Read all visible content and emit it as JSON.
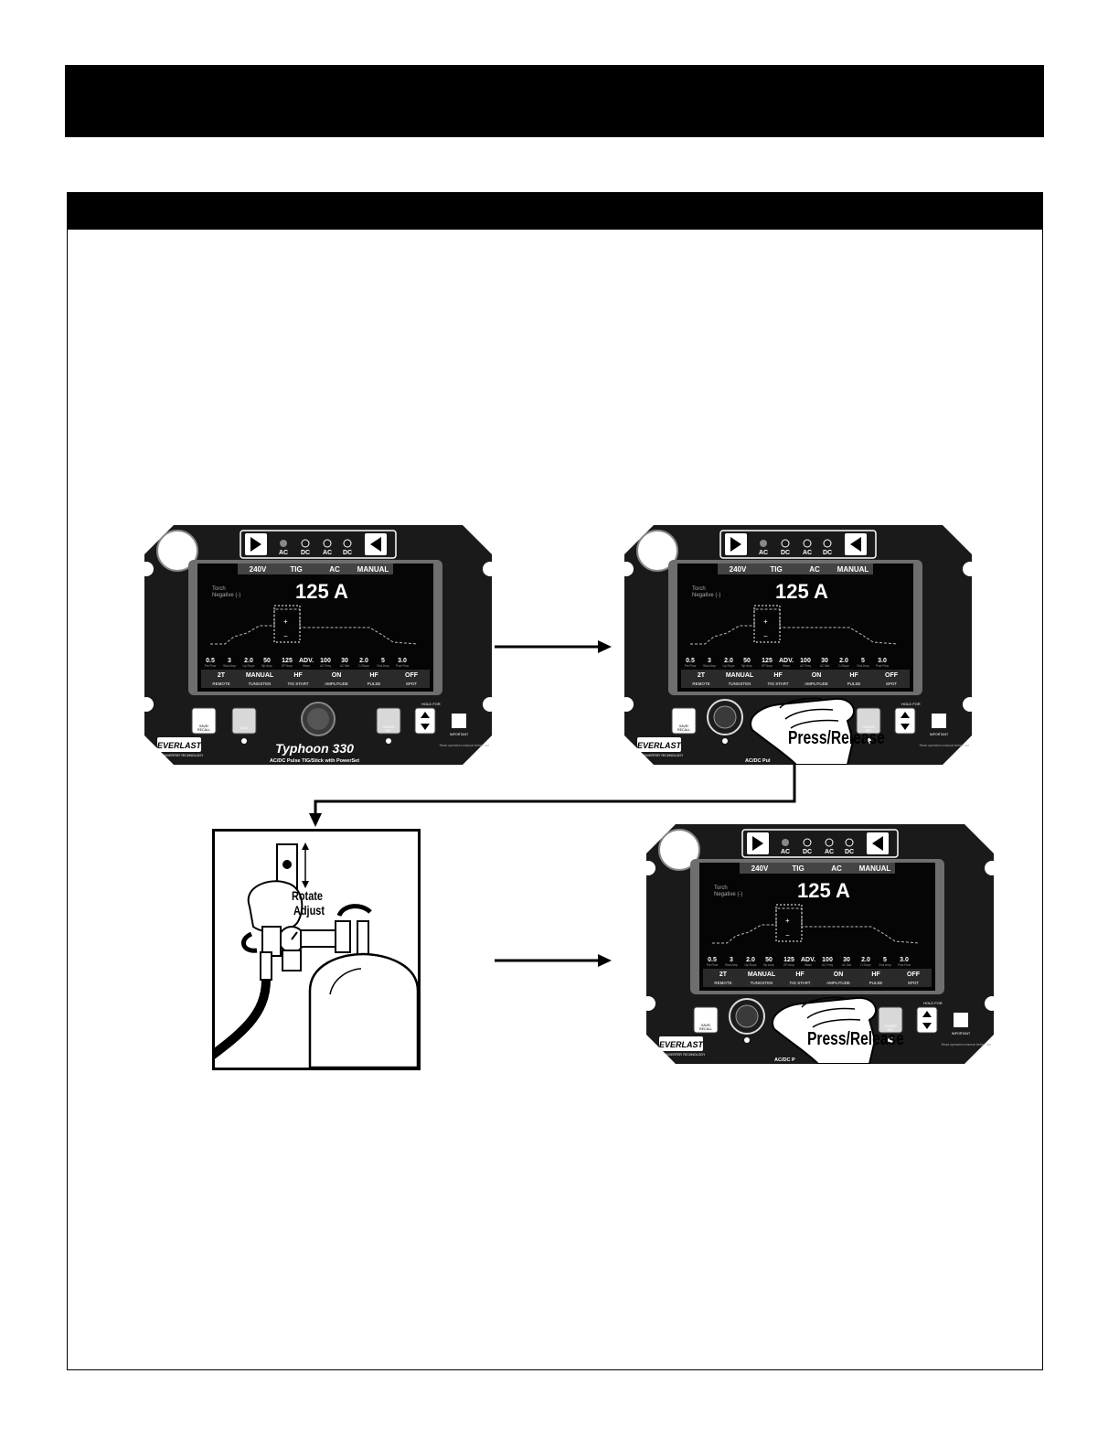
{
  "panel": {
    "voltage": "240V",
    "process": "TIG",
    "polarity": "AC",
    "mode": "MANUAL",
    "amperage": "125 A",
    "electrode_note_line1": "Torch",
    "electrode_note_line2": "Negative (-)",
    "led_labels": [
      "AC",
      "DC",
      "AC",
      "DC"
    ],
    "params": [
      {
        "value": "0.5",
        "label": "Pre Flow"
      },
      {
        "value": "3",
        "label": "Start Amp"
      },
      {
        "value": "2.0",
        "label": "Up Slope"
      },
      {
        "value": "50",
        "label": "Bp Amp"
      },
      {
        "value": "125",
        "label": "EP Amp"
      },
      {
        "value": "ADV.",
        "label": "Wave"
      },
      {
        "value": "100",
        "label": "AC Freq"
      },
      {
        "value": "30",
        "label": "AC Bal"
      },
      {
        "value": "2.0",
        "label": "D.Slope"
      },
      {
        "value": "5",
        "label": "End Amp"
      },
      {
        "value": "3.0",
        "label": "Post Flow"
      }
    ],
    "modes": [
      {
        "value": "2T",
        "label": "REMOTE"
      },
      {
        "value": "MANUAL",
        "label": "TUNGSTEN"
      },
      {
        "value": "HF",
        "label": "TIG START"
      },
      {
        "value": "ON",
        "label": "AMPLITUDE"
      },
      {
        "value": "HF",
        "label": "PULSE"
      },
      {
        "value": "OFF",
        "label": "SPOT"
      }
    ],
    "brand": "EVERLAST",
    "brand_tagline": "FAST INVERTER TECHNOLOGY",
    "model": "Typhoon 330",
    "model_subtitle": "AC/DC Pulse TIG/Stick with PowerSet",
    "model_subtitle_partial": "AC/DC Pul",
    "model_subtitle_partial_2": "AC/DC P",
    "save_label_1": "SAVE/",
    "save_label_2": "RECALL",
    "gas_label": "GAS",
    "powerset_label_1": "POWER",
    "powerset_label_2": "SET",
    "hold_for": "HOLD FOR",
    "important": "IMPORTANT",
    "manual_note": "Read operator's manual before use"
  },
  "callouts": {
    "press_release": "Press/Release",
    "rotate": "Rotate",
    "adjust": "Adjust"
  },
  "colors": {
    "panel_body": "#1a1a1a",
    "screen_bg": "#050505",
    "bezel": "#6e6e6e"
  }
}
